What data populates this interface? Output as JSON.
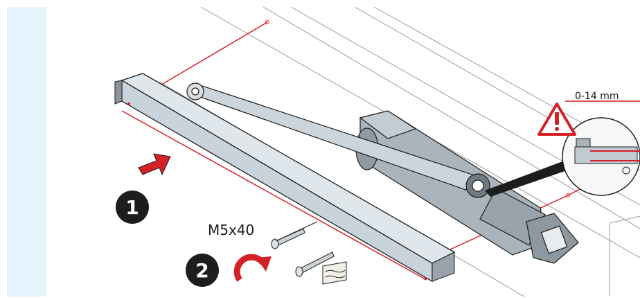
{
  "steps": {
    "step1": "1",
    "step2": "2"
  },
  "labels": {
    "screw_size": "M5x40",
    "tolerance": "0-14 mm"
  },
  "colors": {
    "accent_red": "#d42127",
    "side_panel": "#e5f4fc",
    "badge": "#1d1d1b"
  },
  "icons": [
    "arrow-right-icon",
    "rotate-arrow-icon",
    "warning-icon"
  ]
}
